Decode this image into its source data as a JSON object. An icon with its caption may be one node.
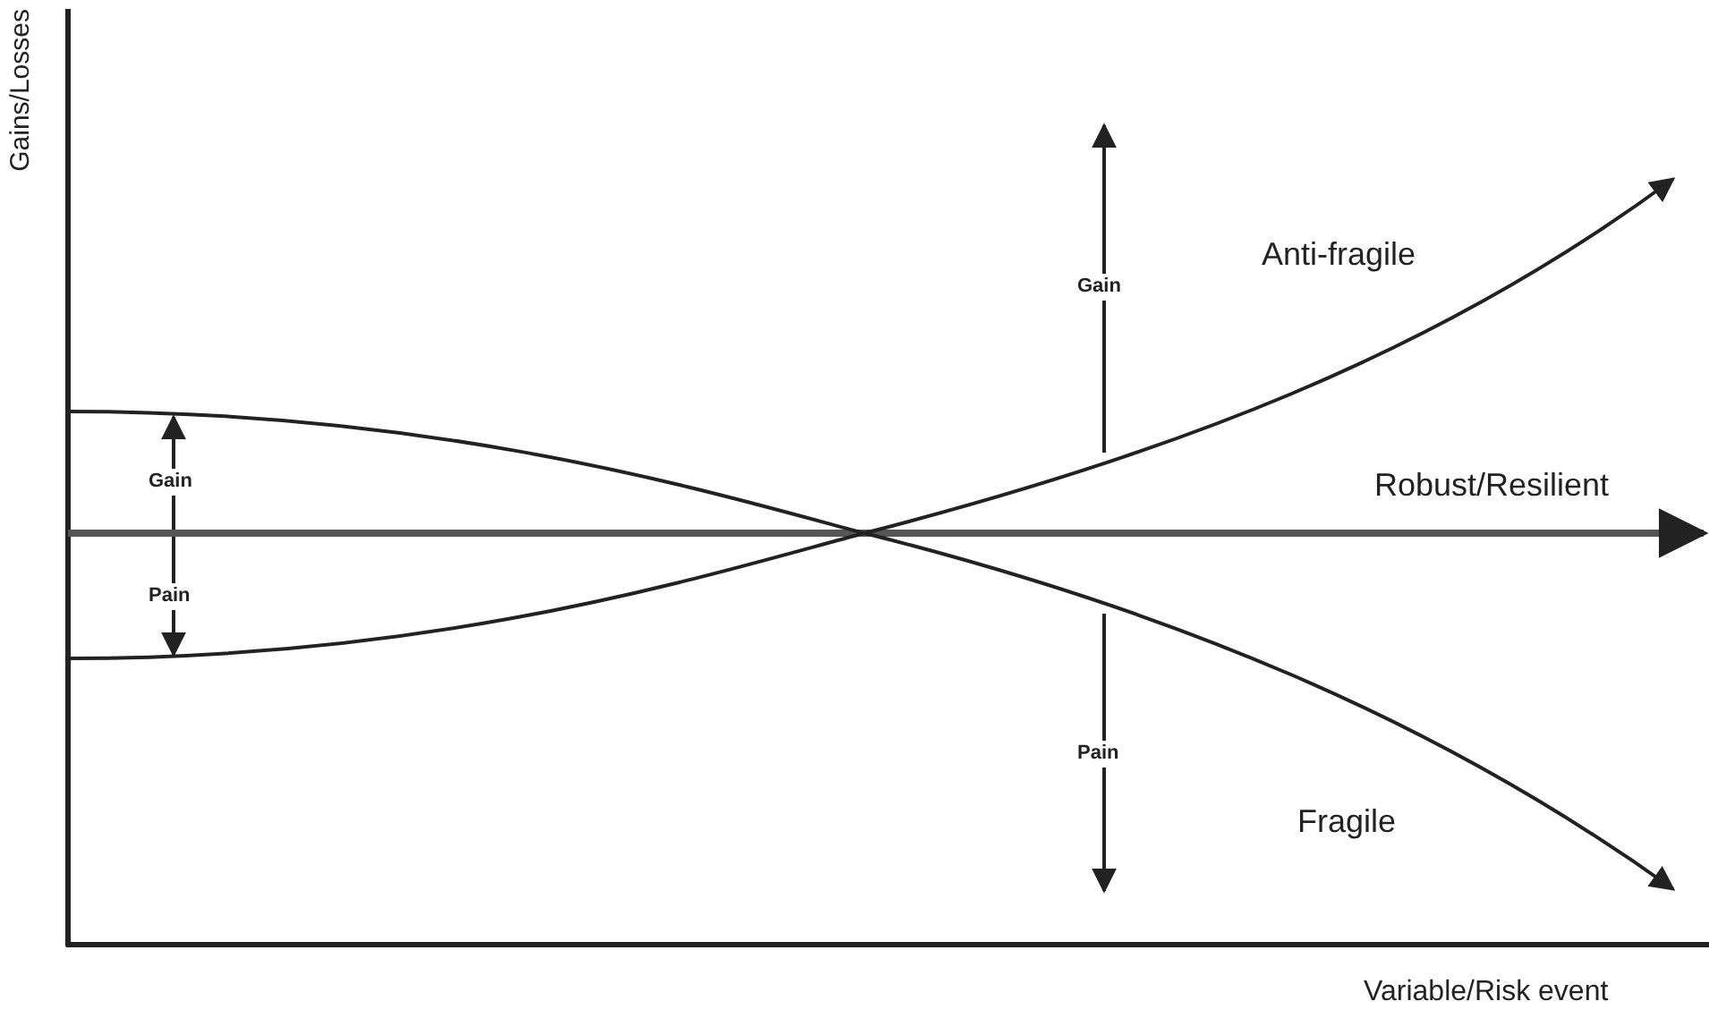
{
  "diagram": {
    "labels": [
      "Gains/Losses",
      "Gain",
      "Anti-fragile",
      "Gain",
      "Robust/Resilient",
      "Pain",
      "Pain",
      "Fragile",
      "Variable/Risk event"
    ]
  }
}
